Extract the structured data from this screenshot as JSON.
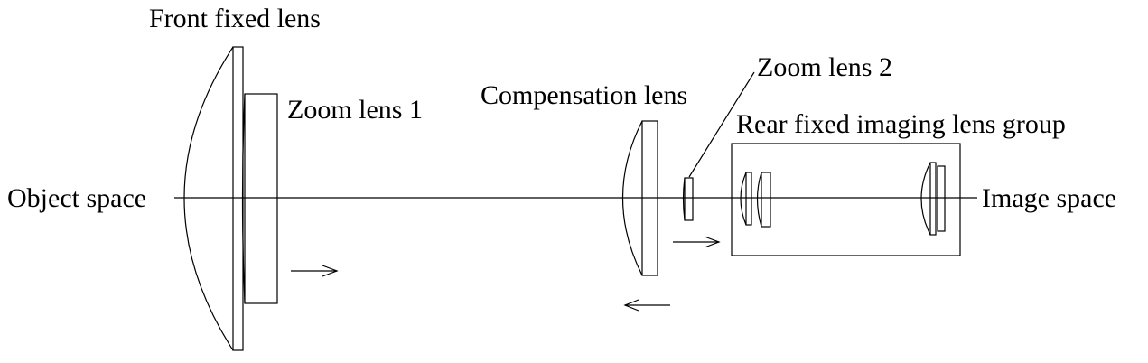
{
  "labels": {
    "front_fixed_lens": "Front fixed lens",
    "zoom_lens_1": "Zoom lens 1",
    "compensation_lens": "Compensation lens",
    "zoom_lens_2": "Zoom lens 2",
    "rear_fixed_group": "Rear fixed imaging lens group",
    "object_space": "Object space",
    "image_space": "Image space"
  },
  "colors": {
    "stroke": "#000000",
    "background": "#ffffff"
  },
  "icons": {
    "zoom_lens_1_motion": "arrow-right-icon",
    "compensation_lens_motion": "arrow-left-icon",
    "zoom_lens_2_motion": "arrow-right-icon"
  }
}
